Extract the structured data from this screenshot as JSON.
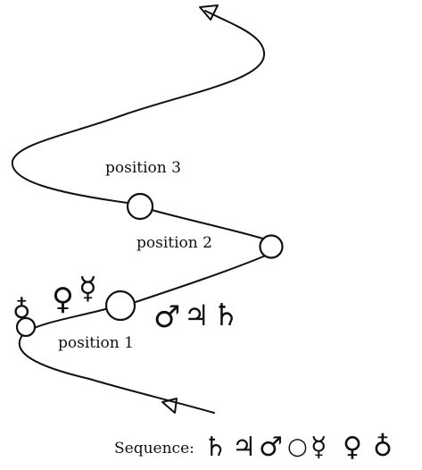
{
  "labels": {
    "position_1": "position 1",
    "position_2": "position 2",
    "position_3": "position 3",
    "sequence_label": "Sequence:"
  },
  "symbols_near_position_1_left": [
    "♁",
    "♀",
    "☿"
  ],
  "symbols_near_position_1_right": [
    "♂",
    "♃",
    "♄"
  ],
  "sequence": [
    "♄",
    "♃",
    "♂",
    "○",
    "☿",
    "♀",
    "♁"
  ],
  "colors": {
    "ink": "#111111",
    "background": "#ffffff"
  }
}
